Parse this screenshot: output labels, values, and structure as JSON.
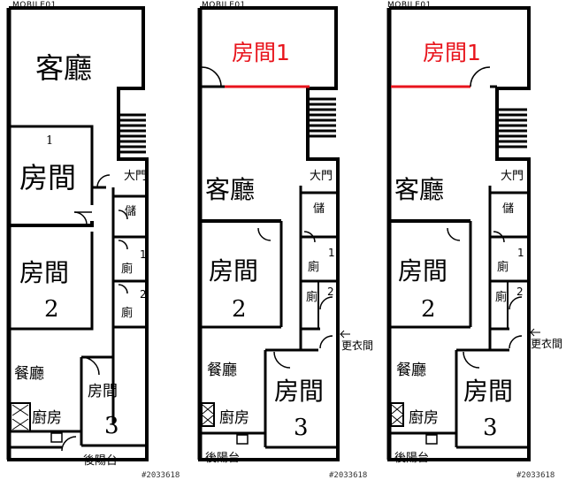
{
  "watermark": "MOBILE01",
  "colors": {
    "wall": "#000000",
    "highlight": "#e8141c",
    "background": "#ffffff"
  },
  "plans": [
    {
      "id": "original",
      "living_room": "客廳",
      "room1": "房間",
      "room1_num": "1",
      "room2": "房間",
      "room2_num": "2",
      "room3": "房間",
      "room3_num": "3",
      "main_door": "大門",
      "storage": "儲",
      "bath1": "廁",
      "bath1_num": "1",
      "bath2": "廁",
      "bath2_num": "2",
      "dining": "餐廳",
      "kitchen": "廚房",
      "balcony": "後陽台",
      "photo_id": "#2033618"
    },
    {
      "id": "option-a",
      "highlight_room": "房間1",
      "living_room": "客廳",
      "main_door": "大門",
      "storage": "儲",
      "room2": "房間",
      "room2_num": "2",
      "bath1": "廁",
      "bath1_num": "1",
      "bath2": "廁",
      "bath2_num": "2",
      "dressing": "更衣間",
      "dining": "餐廳",
      "room3": "房間",
      "room3_num": "3",
      "kitchen": "廚房",
      "balcony": "後陽台",
      "photo_id": "#2033618"
    },
    {
      "id": "option-b",
      "highlight_room": "房間1",
      "living_room": "客廳",
      "main_door": "大門",
      "storage": "儲",
      "room2": "房間",
      "room2_num": "2",
      "bath1": "廁",
      "bath1_num": "1",
      "bath2": "廁",
      "bath2_num": "2",
      "dressing": "更衣間",
      "dining": "餐廳",
      "room3": "房間",
      "room3_num": "3",
      "kitchen": "廚房",
      "balcony": "後陽台",
      "photo_id": "#2033618"
    }
  ]
}
